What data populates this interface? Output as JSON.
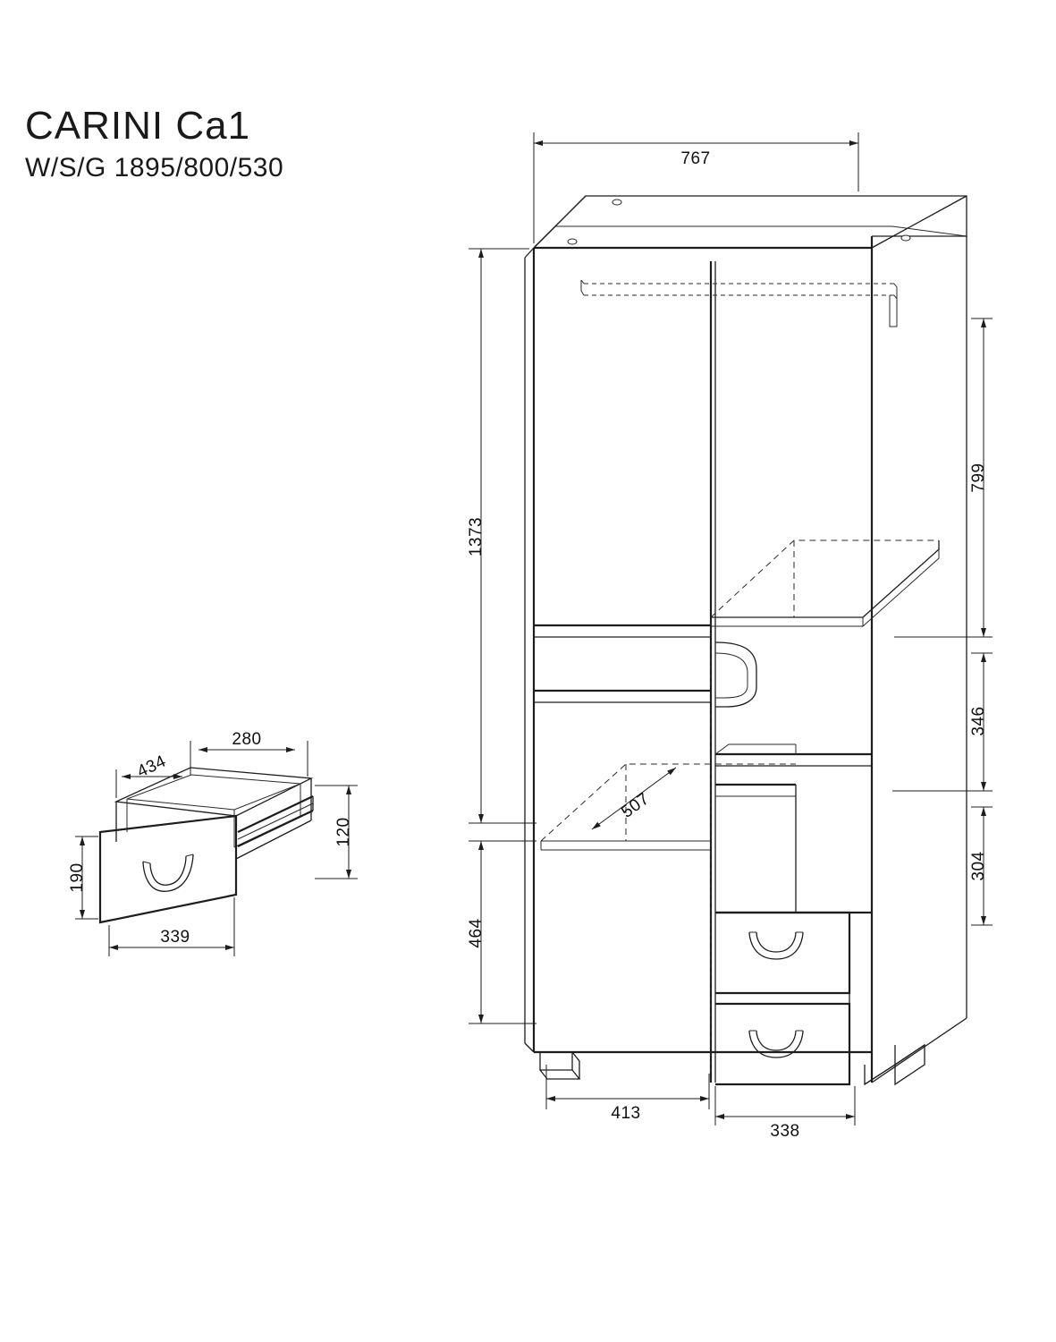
{
  "title": {
    "model": "CARINI Ca1",
    "spec": "W/S/G  1895/800/530"
  },
  "main_view": {
    "name": "wardrobe-cabinet-elevation",
    "dimensions": {
      "top_width": "767",
      "total_height_left": "1373",
      "upper_right": "799",
      "mid_right": "346",
      "lower_right": "304",
      "bottom_left_height": "464",
      "shelf_depth": "507",
      "bottom_left_width": "413",
      "bottom_right_width": "338"
    }
  },
  "drawer_view": {
    "name": "drawer-detail",
    "dimensions": {
      "inner_width": "280",
      "outer_width_top": "434",
      "side_height": "120",
      "front_height": "190",
      "front_width": "339"
    }
  }
}
